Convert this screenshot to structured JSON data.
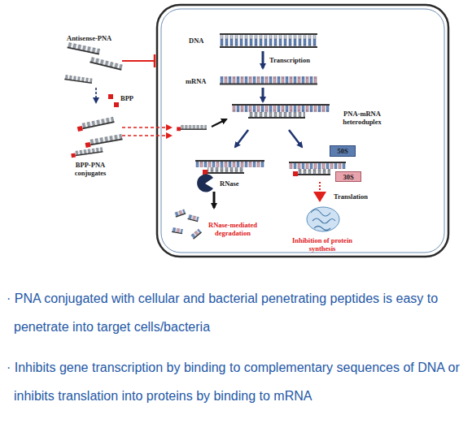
{
  "diagram": {
    "nodes": [
      {
        "text": [
          "50S"
        ]
      },
      {
        "text": [
          "30S"
        ]
      }
    ],
    "labels": [
      "Antisense-PNA",
      "BPP",
      "BPP-PNA conjugates",
      "DNA",
      "Transcription",
      "mRNA",
      "PNA-mRNA heteroduplex",
      "RNase",
      "Translation",
      "RNase-mediated degradation",
      "Inhibition of protein synthesis",
      "· PNA conjugated with cellular and bacterial penetrating peptides is easy to penetrate into target cells/bacteria",
      "· Inhibits gene transcription by binding to complementary sequences of DNA or inhibits translation into proteins by binding to mRNA"
    ]
  }
}
